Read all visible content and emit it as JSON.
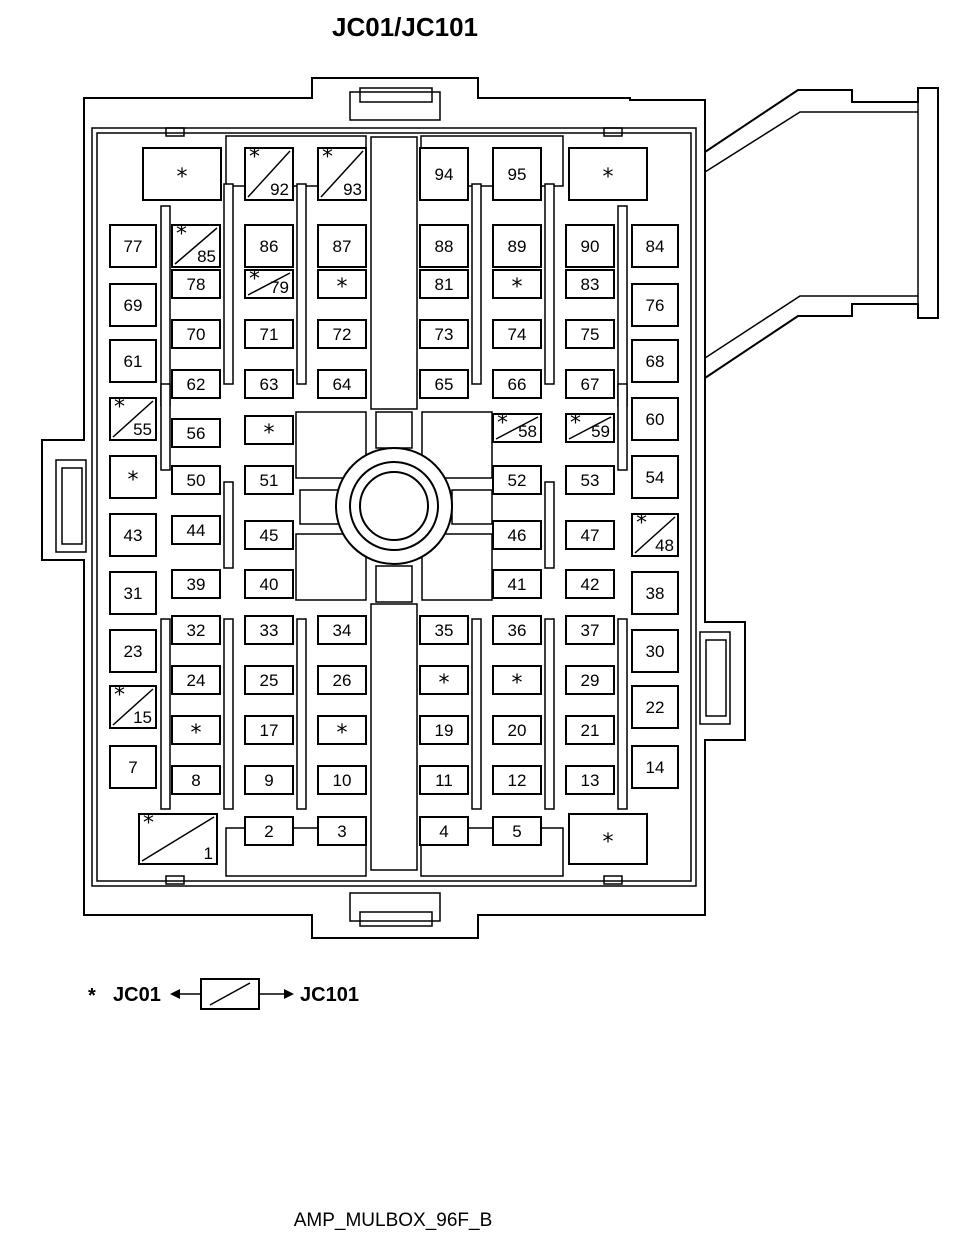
{
  "title": "JC01/JC101",
  "caption": "AMP_MULBOX_96F_B",
  "legend": {
    "star": "*",
    "left_label": "JC01",
    "right_label": "JC101"
  },
  "pins": [
    {
      "label": "*"
    },
    {
      "label": "92",
      "star": true
    },
    {
      "label": "93",
      "star": true
    },
    {
      "label": "94"
    },
    {
      "label": "95"
    },
    {
      "label": "*"
    },
    {
      "label": "77"
    },
    {
      "label": "85",
      "star": true
    },
    {
      "label": "86"
    },
    {
      "label": "87"
    },
    {
      "label": "88"
    },
    {
      "label": "89"
    },
    {
      "label": "90"
    },
    {
      "label": "84"
    },
    {
      "label": "78"
    },
    {
      "label": "79",
      "star": true
    },
    {
      "label": "*"
    },
    {
      "label": "81"
    },
    {
      "label": "*"
    },
    {
      "label": "83"
    },
    {
      "label": "69"
    },
    {
      "label": "76"
    },
    {
      "label": "70"
    },
    {
      "label": "71"
    },
    {
      "label": "72"
    },
    {
      "label": "73"
    },
    {
      "label": "74"
    },
    {
      "label": "75"
    },
    {
      "label": "61"
    },
    {
      "label": "68"
    },
    {
      "label": "62"
    },
    {
      "label": "63"
    },
    {
      "label": "64"
    },
    {
      "label": "65"
    },
    {
      "label": "66"
    },
    {
      "label": "67"
    },
    {
      "label": "55",
      "star": true
    },
    {
      "label": "56"
    },
    {
      "label": "*"
    },
    {
      "label": "58",
      "star": true
    },
    {
      "label": "59",
      "star": true
    },
    {
      "label": "60"
    },
    {
      "label": "*"
    },
    {
      "label": "50"
    },
    {
      "label": "51"
    },
    {
      "label": "52"
    },
    {
      "label": "53"
    },
    {
      "label": "54"
    },
    {
      "label": "43"
    },
    {
      "label": "44"
    },
    {
      "label": "45"
    },
    {
      "label": "46"
    },
    {
      "label": "47"
    },
    {
      "label": "48",
      "star": true
    },
    {
      "label": "31"
    },
    {
      "label": "39"
    },
    {
      "label": "40"
    },
    {
      "label": "41"
    },
    {
      "label": "42"
    },
    {
      "label": "38"
    },
    {
      "label": "32"
    },
    {
      "label": "33"
    },
    {
      "label": "34"
    },
    {
      "label": "35"
    },
    {
      "label": "36"
    },
    {
      "label": "37"
    },
    {
      "label": "23"
    },
    {
      "label": "30"
    },
    {
      "label": "24"
    },
    {
      "label": "25"
    },
    {
      "label": "26"
    },
    {
      "label": "*"
    },
    {
      "label": "*"
    },
    {
      "label": "29"
    },
    {
      "label": "15",
      "star": true
    },
    {
      "label": "22"
    },
    {
      "label": "*"
    },
    {
      "label": "17"
    },
    {
      "label": "*"
    },
    {
      "label": "19"
    },
    {
      "label": "20"
    },
    {
      "label": "21"
    },
    {
      "label": "7"
    },
    {
      "label": "14"
    },
    {
      "label": "8"
    },
    {
      "label": "9"
    },
    {
      "label": "10"
    },
    {
      "label": "11"
    },
    {
      "label": "12"
    },
    {
      "label": "13"
    },
    {
      "label": "1",
      "star": true
    },
    {
      "label": "2"
    },
    {
      "label": "3"
    },
    {
      "label": "4"
    },
    {
      "label": "5"
    },
    {
      "label": "*"
    }
  ]
}
